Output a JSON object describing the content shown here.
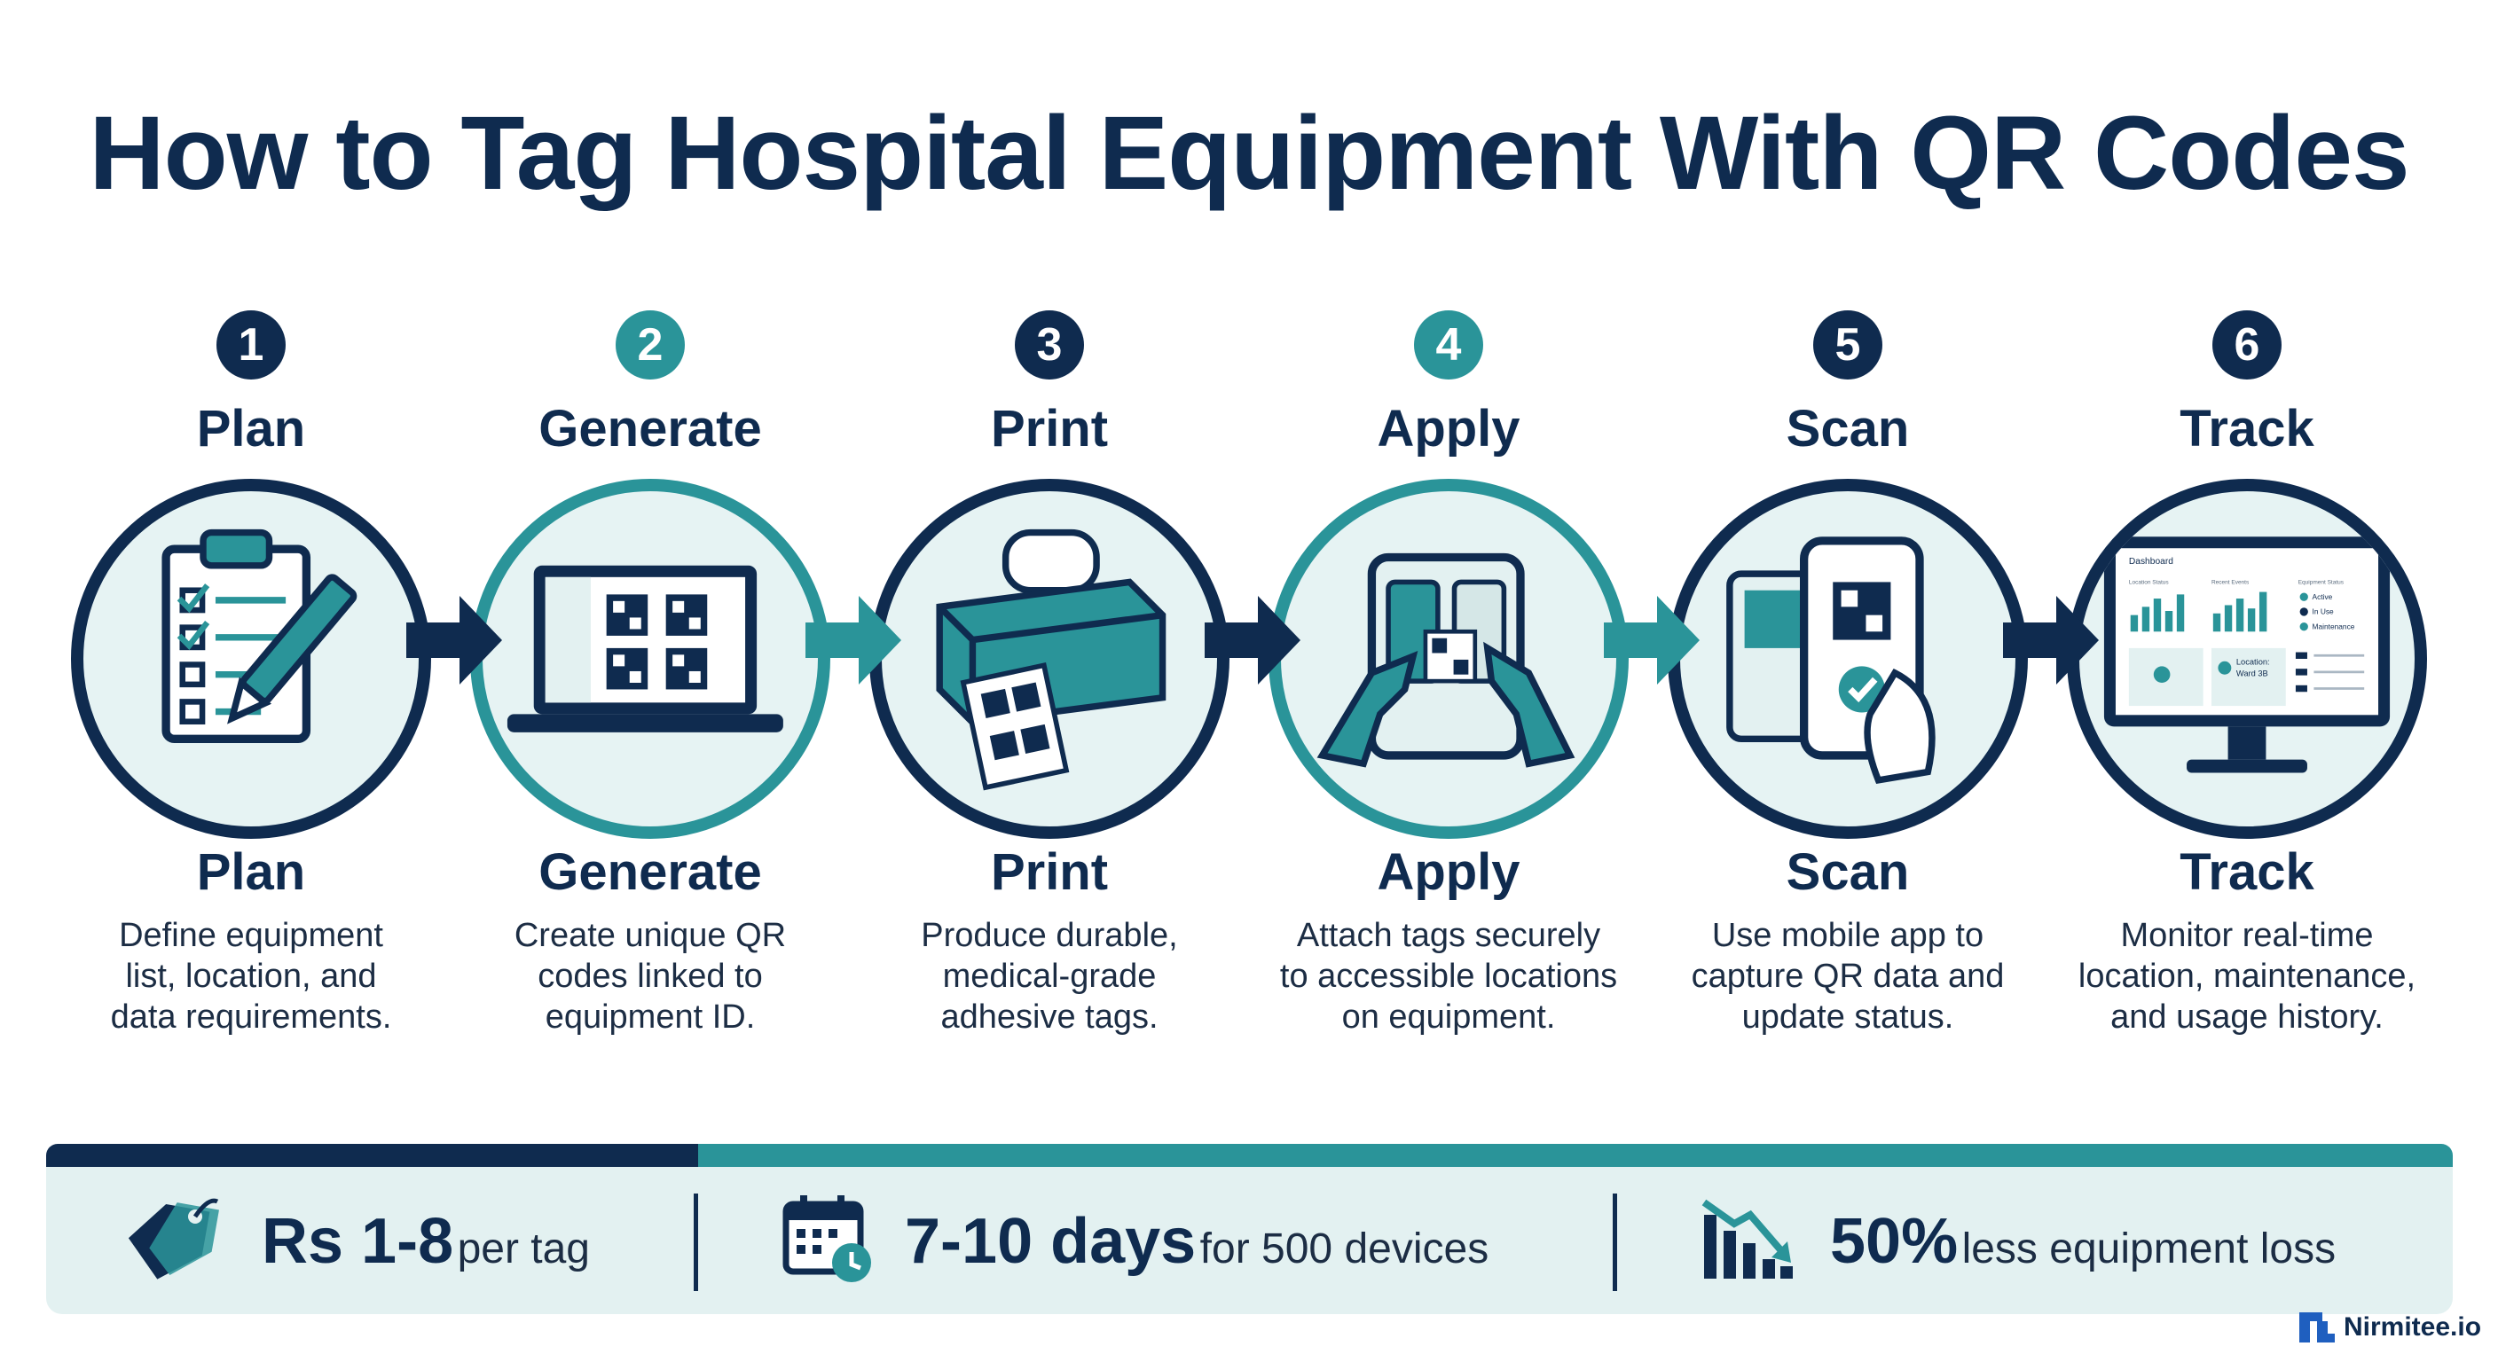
{
  "title": "How to Tag Hospital Equipment With QR Codes",
  "colors": {
    "navy": "#0f2b4f",
    "teal": "#2a9499",
    "light_teal": "#e3f1f1"
  },
  "steps": [
    {
      "number": "1",
      "label": "Plan",
      "sub_label": "Plan",
      "description": [
        "Define equipment",
        "list, location, and",
        "data requirements."
      ],
      "icon": "clipboard-checklist-icon"
    },
    {
      "number": "2",
      "label": "Generate",
      "sub_label": "Generate",
      "description": [
        "Create unique QR",
        "codes linked to",
        "equipment ID."
      ],
      "icon": "laptop-qr-icon"
    },
    {
      "number": "3",
      "label": "Print",
      "sub_label": "Print",
      "description": [
        "Produce durable,",
        "medical-grade",
        "adhesive tags."
      ],
      "icon": "label-printer-icon"
    },
    {
      "number": "4",
      "label": "Apply",
      "sub_label": "Apply",
      "description": [
        "Attach tags securely",
        "to accessible locations",
        "on equipment."
      ],
      "icon": "hands-apply-tag-icon"
    },
    {
      "number": "5",
      "label": "Scan",
      "sub_label": "Scan",
      "description": [
        "Use mobile app to",
        "capture QR data and",
        "update status."
      ],
      "icon": "phone-scan-icon"
    },
    {
      "number": "6",
      "label": "Track",
      "sub_label": "Track",
      "description": [
        "Monitor real-time",
        "location, maintenance,",
        "and usage history."
      ],
      "icon": "dashboard-monitor-icon"
    }
  ],
  "dashboard": {
    "title": "Dashboard",
    "panels": [
      "Location Status",
      "Recent Events",
      "Equipment Status"
    ],
    "statuses": [
      "Active",
      "In Use",
      "Maintenance"
    ],
    "location_label": "Location:",
    "location_value": "Ward 3B"
  },
  "stats": [
    {
      "value": "Rs 1-8",
      "text": "per tag",
      "icon": "price-tag-icon"
    },
    {
      "value": "7-10 days",
      "text": "for 500 devices",
      "icon": "calendar-clock-icon"
    },
    {
      "value": "50%",
      "text": "less equipment loss",
      "icon": "declining-chart-icon"
    }
  ],
  "brand": {
    "name": "Nirmitee.io",
    "icon": "nirmitee-logo-icon"
  }
}
